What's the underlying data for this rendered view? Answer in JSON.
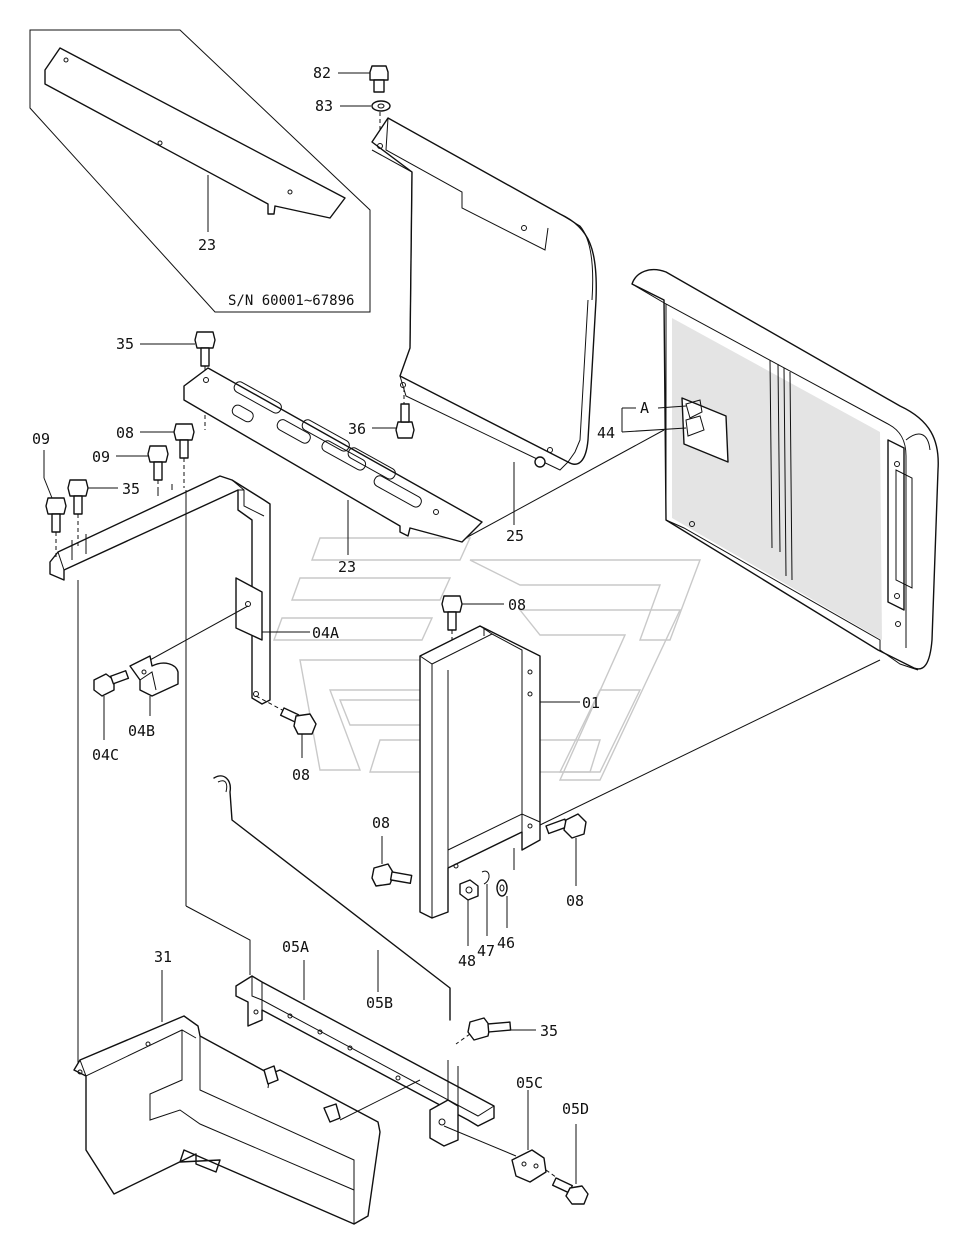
{
  "diagram": {
    "serial_note": "S/N 60001~67896",
    "detail_label": "A",
    "callouts": {
      "p82": "82",
      "p83": "83",
      "p23_inset": "23",
      "p23_main": "23",
      "p35_top": "35",
      "p35_left": "35",
      "p35_bottom": "35",
      "p09_a": "09",
      "p09_b": "09",
      "p08_a": "08",
      "p08_b": "08",
      "p08_c": "08",
      "p08_d": "08",
      "p08_e": "08",
      "p36": "36",
      "p25": "25",
      "p44": "44",
      "p04A": "04A",
      "p04B": "04B",
      "p04C": "04C",
      "p01": "01",
      "p48": "48",
      "p47": "47",
      "p46": "46",
      "p31": "31",
      "p05A": "05A",
      "p05B": "05B",
      "p05C": "05C",
      "p05D": "05D"
    }
  }
}
